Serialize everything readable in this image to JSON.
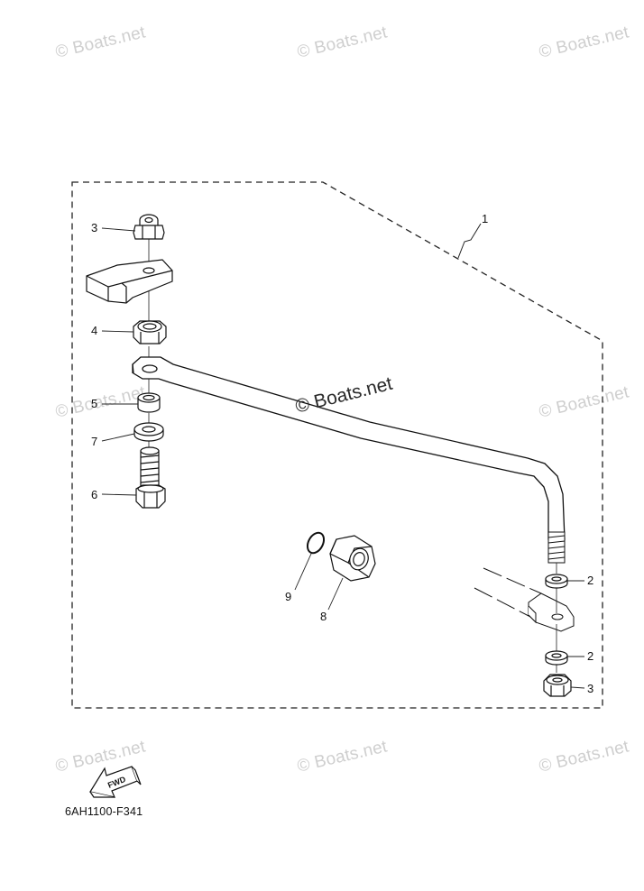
{
  "watermark": "© Boats.net",
  "figure_code": "6AH1100-F341",
  "fwd_label": "FWD",
  "callouts": {
    "c1": "1",
    "c2a": "2",
    "c2b": "2",
    "c3a": "3",
    "c3b": "3",
    "c4": "4",
    "c5": "5",
    "c6": "6",
    "c7": "7",
    "c8": "8",
    "c9": "9"
  }
}
